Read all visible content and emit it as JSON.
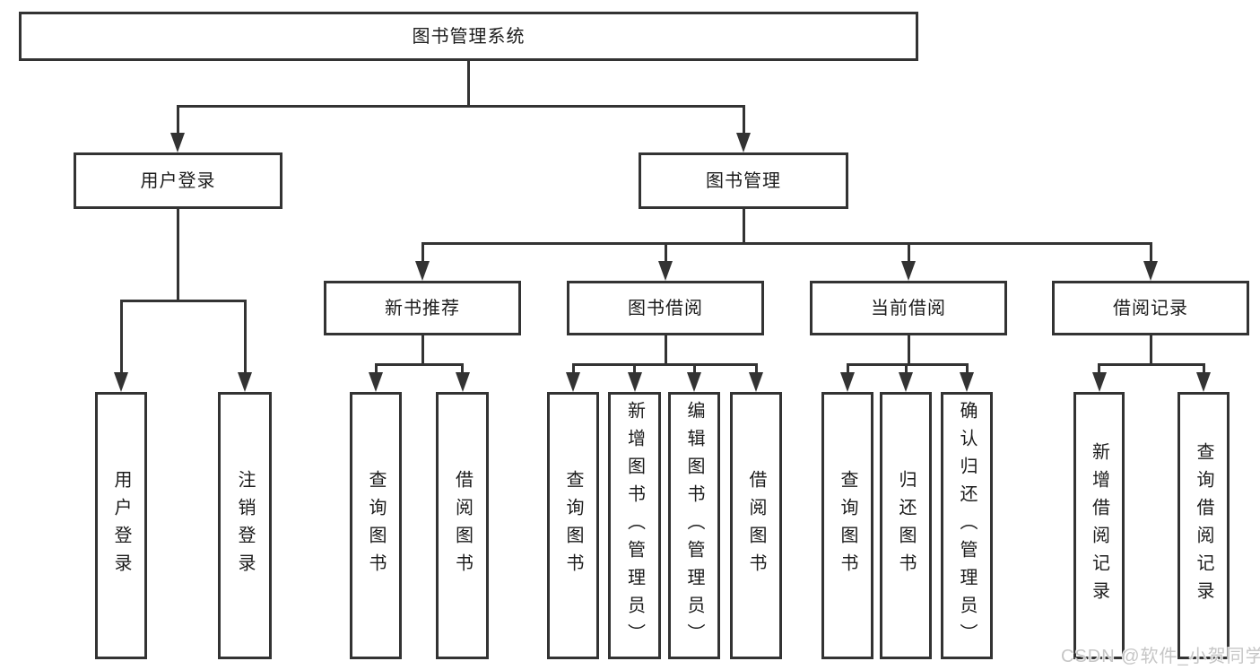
{
  "diagram": {
    "root": {
      "label": "图书管理系统"
    },
    "modules": [
      {
        "label": "用户登录",
        "children": [
          {
            "label": "用户登录"
          },
          {
            "label": "注销登录"
          }
        ]
      },
      {
        "label": "图书管理",
        "children": [
          {
            "label": "新书推荐",
            "children": [
              {
                "label": "查询图书"
              },
              {
                "label": "借阅图书"
              }
            ]
          },
          {
            "label": "图书借阅",
            "children": [
              {
                "label": "查询图书"
              },
              {
                "label": "新增图书（管理员）"
              },
              {
                "label": "编辑图书（管理员）"
              },
              {
                "label": "借阅图书"
              }
            ]
          },
          {
            "label": "当前借阅",
            "children": [
              {
                "label": "查询图书"
              },
              {
                "label": "归还图书"
              },
              {
                "label": "确认归还（管理员）"
              }
            ]
          },
          {
            "label": "借阅记录",
            "children": [
              {
                "label": "新增借阅记录"
              },
              {
                "label": "查询借阅记录"
              }
            ]
          }
        ]
      }
    ]
  },
  "watermark": {
    "text": "CSDN @软件_小贺同学"
  },
  "colors": {
    "line": "#333333",
    "text": "#1c1c1c",
    "background": "#ffffff",
    "watermark": "#c6c6c6"
  }
}
